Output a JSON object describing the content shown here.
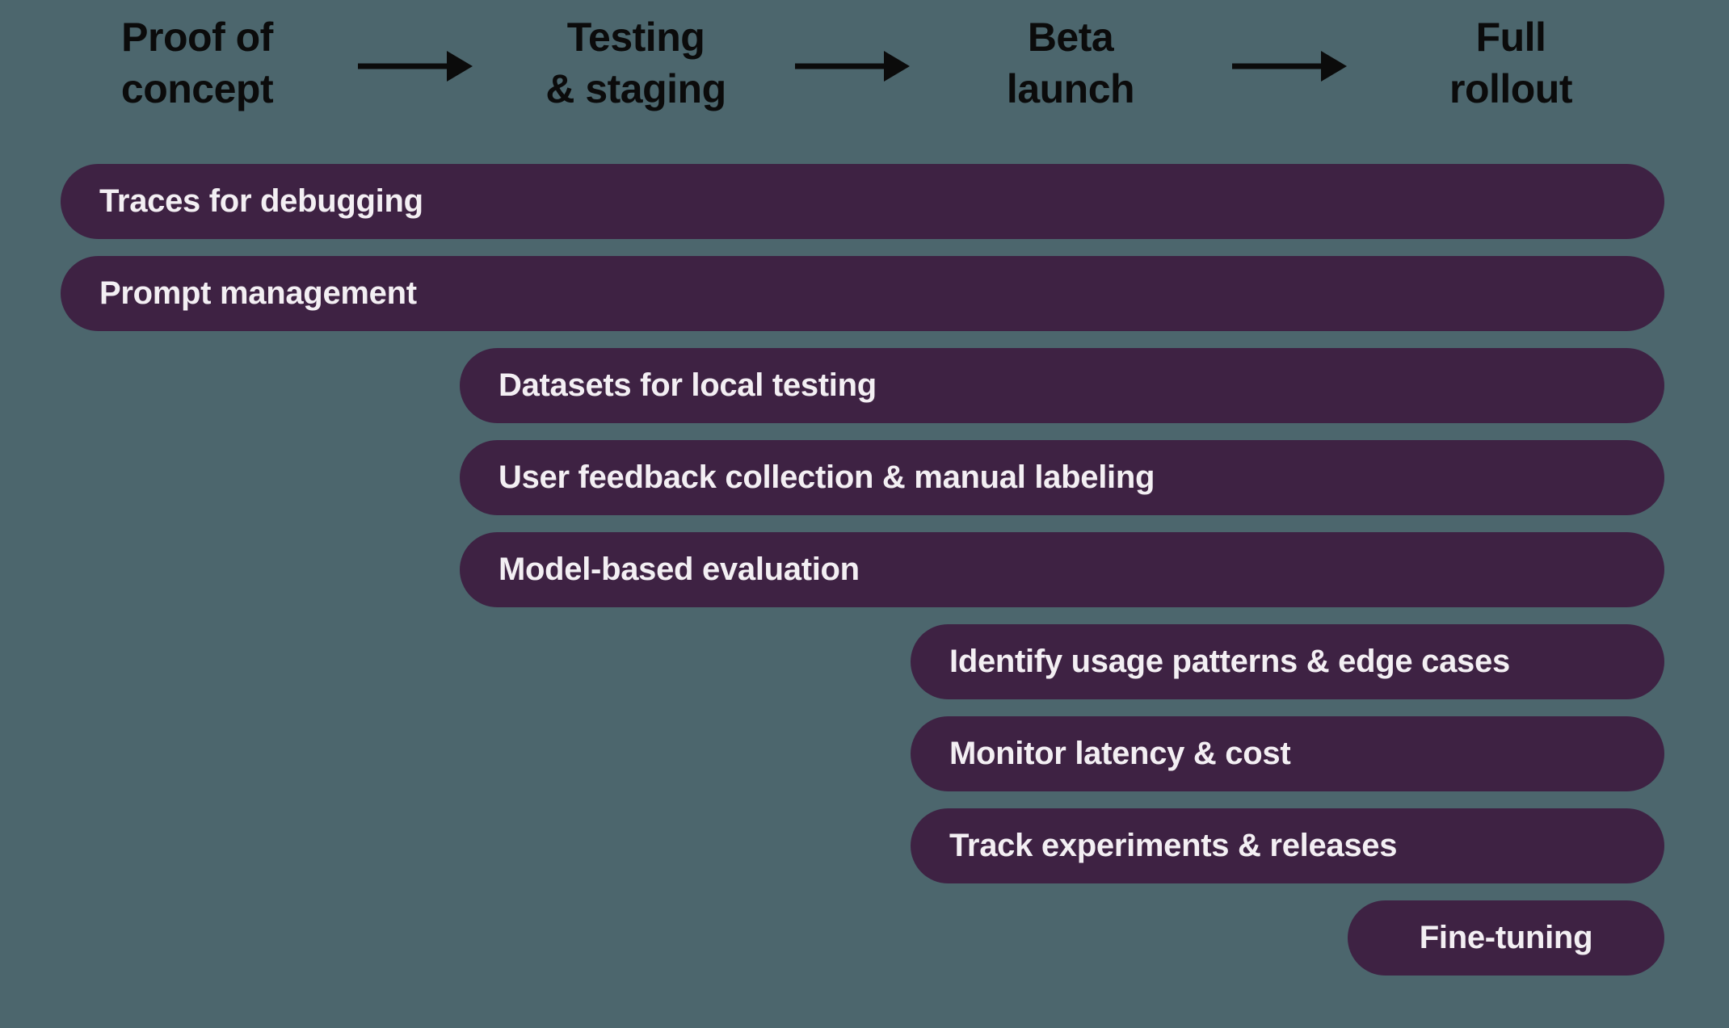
{
  "colors": {
    "background": "#4c666d",
    "bar": "#3e2243",
    "bar_text": "#f3eff3",
    "header_text": "#0b0b0b",
    "arrow": "#0b0b0b"
  },
  "header": {
    "stages": [
      {
        "label": "Proof of\nconcept"
      },
      {
        "label": "Testing\n& staging"
      },
      {
        "label": "Beta\nlaunch"
      },
      {
        "label": "Full\nrollout"
      }
    ],
    "arrow_icon": "right-arrow"
  },
  "bars": [
    {
      "label": "Traces for debugging",
      "stages_spanned": "Proof of concept → Full rollout"
    },
    {
      "label": "Prompt management",
      "stages_spanned": "Proof of concept → Full rollout"
    },
    {
      "label": "Datasets for local testing",
      "stages_spanned": "Testing & staging → Full rollout"
    },
    {
      "label": "User feedback collection & manual labeling",
      "stages_spanned": "Testing & staging → Full rollout"
    },
    {
      "label": "Model-based evaluation",
      "stages_spanned": "Testing & staging → Full rollout"
    },
    {
      "label": "Identify usage patterns & edge cases",
      "stages_spanned": "Beta launch → Full rollout"
    },
    {
      "label": "Monitor latency & cost",
      "stages_spanned": "Beta launch → Full rollout"
    },
    {
      "label": "Track experiments & releases",
      "stages_spanned": "Beta launch → Full rollout"
    },
    {
      "label": "Fine-tuning",
      "stages_spanned": "Full rollout"
    }
  ]
}
